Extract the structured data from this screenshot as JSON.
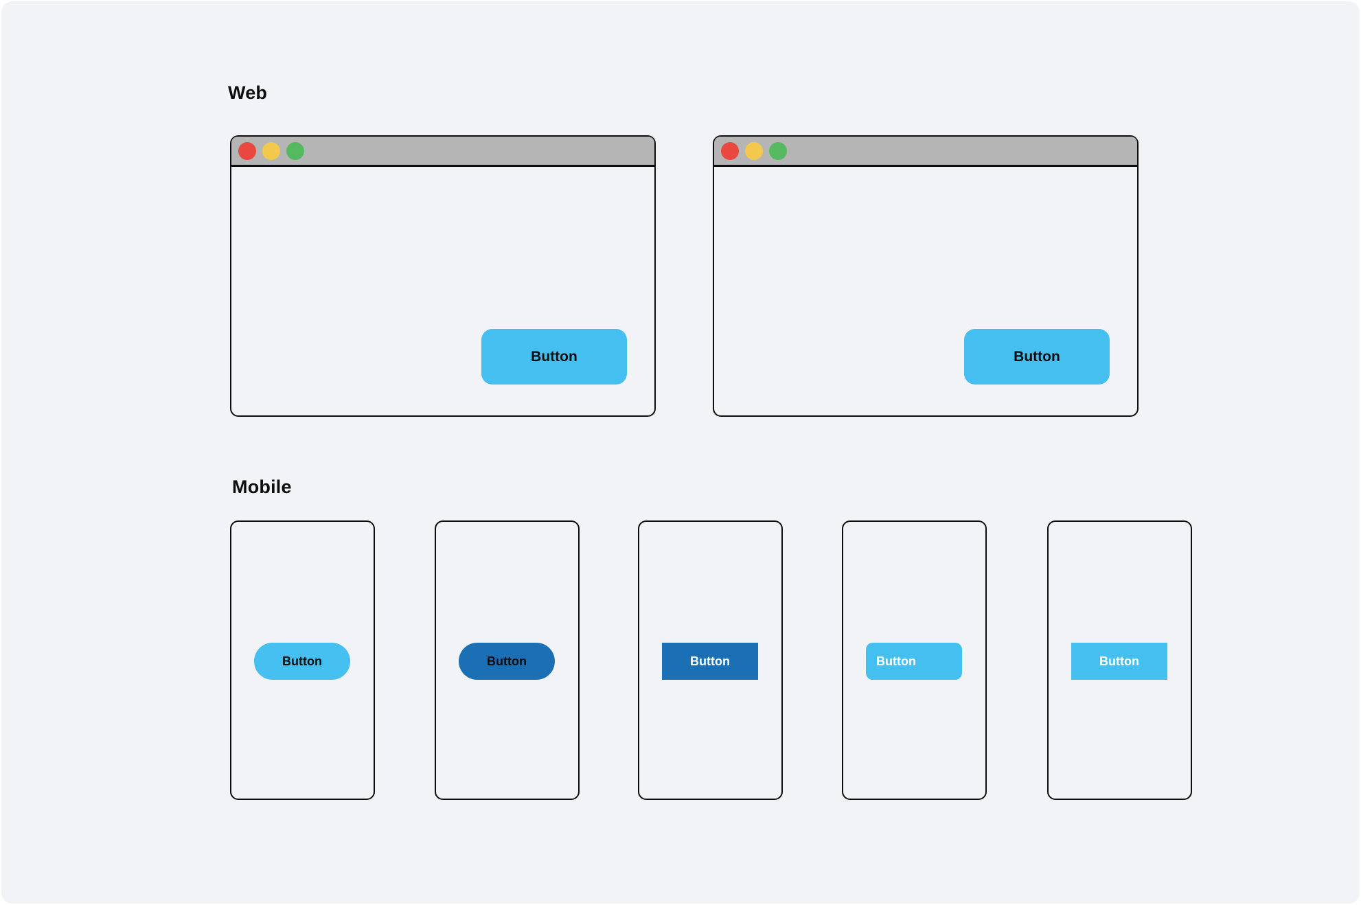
{
  "canvas": {
    "background": "#F2F3F7"
  },
  "colors": {
    "light_blue": "#45BEF0",
    "dark_blue": "#1B6FB5",
    "titlebar_gray": "#B5B5B5",
    "traffic_red": "#E8483F",
    "traffic_yellow": "#F2C94C",
    "traffic_green": "#55BA5F",
    "outline_black": "#0D0D0D",
    "text_black": "#0D0D0D",
    "text_white": "#FFFFFF"
  },
  "web": {
    "heading": "Web",
    "windows": [
      {
        "controls": [
          "close",
          "minimize",
          "maximize"
        ],
        "button": {
          "label": "Button",
          "shape": "rounded",
          "fill": "light-blue",
          "text_color": "black",
          "align": "center"
        }
      },
      {
        "controls": [
          "close",
          "minimize",
          "maximize"
        ],
        "button": {
          "label": "Button",
          "shape": "rounded",
          "fill": "light-blue",
          "text_color": "black",
          "align": "center"
        }
      }
    ]
  },
  "mobile": {
    "heading": "Mobile",
    "phones": [
      {
        "button": {
          "label": "Button",
          "shape": "pill",
          "fill": "light-blue",
          "text_color": "black",
          "align": "center"
        }
      },
      {
        "button": {
          "label": "Button",
          "shape": "pill",
          "fill": "dark-blue",
          "text_color": "black",
          "align": "center"
        }
      },
      {
        "button": {
          "label": "Button",
          "shape": "square",
          "fill": "dark-blue",
          "text_color": "white",
          "align": "center"
        }
      },
      {
        "button": {
          "label": "Button",
          "shape": "rounded",
          "fill": "light-blue",
          "text_color": "white",
          "align": "left"
        }
      },
      {
        "button": {
          "label": "Button",
          "shape": "square",
          "fill": "light-blue",
          "text_color": "white",
          "align": "center"
        }
      }
    ]
  }
}
